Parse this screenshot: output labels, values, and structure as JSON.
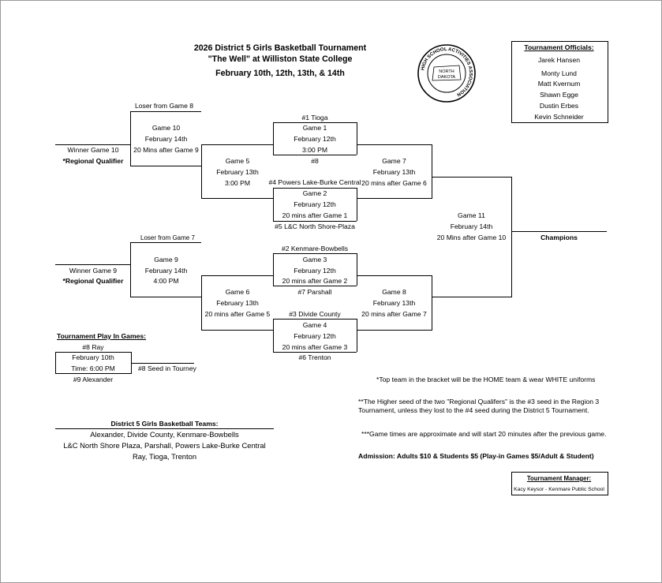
{
  "header": {
    "title": "2026 District 5 Girls Basketball Tournament",
    "venue": "\"The Well\" at Williston State College",
    "dates": "February 10th, 12th, 13th, & 14th"
  },
  "logo": {
    "ring_text": "HIGH SCHOOL ACTIVITIES ASSOCIATION",
    "center_line1": "NORTH",
    "center_line2": "DAKOTA"
  },
  "officials": {
    "heading": "Tournament Officials:",
    "names": [
      "Jarek Hansen",
      "Monty Lund",
      "Matt Kvernum",
      "Shawn Egge",
      "Dustin Erbes",
      "Kevin Schneider"
    ]
  },
  "bracket": {
    "loser_g8": "Loser from Game 8",
    "game10": {
      "name": "Game 10",
      "date": "February 14th",
      "time": "20 Mins after Game 9"
    },
    "winner_g10": "Winner Game 10",
    "regional_q1": "*Regional Qualifier",
    "seed1": "#1 Tioga",
    "game1": {
      "name": "Game 1",
      "date": "February 12th",
      "time": "3:00 PM"
    },
    "seed8": "#8",
    "game5": {
      "name": "Game 5",
      "date": "February 13th",
      "time": "3:00 PM"
    },
    "seed4": "#4 Powers Lake-Burke Central",
    "game2": {
      "name": "Game 2",
      "date": "February 12th",
      "time": "20 mins after Game 1"
    },
    "seed5": "#5 L&C North Shore-Plaza",
    "game7": {
      "name": "Game 7",
      "date": "February 13th",
      "time": "20 mins after Game 6"
    },
    "game11": {
      "name": "Game 11",
      "date": "February 14th",
      "time": "20 Mins after Game 10"
    },
    "champions": "Champions",
    "loser_g7": "Loser from Game 7",
    "game9": {
      "name": "Game 9",
      "date": "February 14th",
      "time": "4:00 PM"
    },
    "winner_g9": "Winner Game 9",
    "regional_q2": "*Regional Qualifier",
    "seed2": "#2 Kenmare-Bowbells",
    "game3": {
      "name": "Game 3",
      "date": "February 12th",
      "time": "20 mins after Game 2"
    },
    "seed7": "#7 Parshall",
    "game6": {
      "name": "Game 6",
      "date": "February 13th",
      "time": "20 mins after Game 5"
    },
    "seed3": "#3 Divide County",
    "game4": {
      "name": "Game 4",
      "date": "February 12th",
      "time": "20 mins after Game 3"
    },
    "seed6": "#6 Trenton",
    "game8": {
      "name": "Game 8",
      "date": "February 13th",
      "time": "20 mins after Game 7"
    }
  },
  "play_in": {
    "heading": "Tournament Play In Games:",
    "top": "#8 Ray",
    "date": "February 10th",
    "time": "Time: 6:00 PM",
    "bottom": "#9 Alexander",
    "result": "#8 Seed in Tourney"
  },
  "teams": {
    "heading": "District 5 Girls Basketball Teams:",
    "lines": [
      "Alexander, Divide County, Kenmare-Bowbells",
      "L&C North Shore Plaza, Parshall, Powers Lake-Burke Central",
      "Ray, Tioga, Trenton"
    ]
  },
  "notes": {
    "note1": "*Top team in the bracket will be the HOME team & wear WHITE uniforms",
    "note2_line1": "**The Higher seed of the two \"Regional Qualifers\" is the #3 seed in the Region 3",
    "note2_line2": "Tournament, unless they lost to the #4 seed during the District 5 Tournament.",
    "note3": "***Game times are approximate and will start 20 minutes after the previous game.",
    "admission": "Admission: Adults $10 & Students $5 (Play-in Games $5/Adult & Student)"
  },
  "manager": {
    "heading": "Tournament Manager:",
    "name": "Kacy Keysor - Kenmare Public School"
  }
}
